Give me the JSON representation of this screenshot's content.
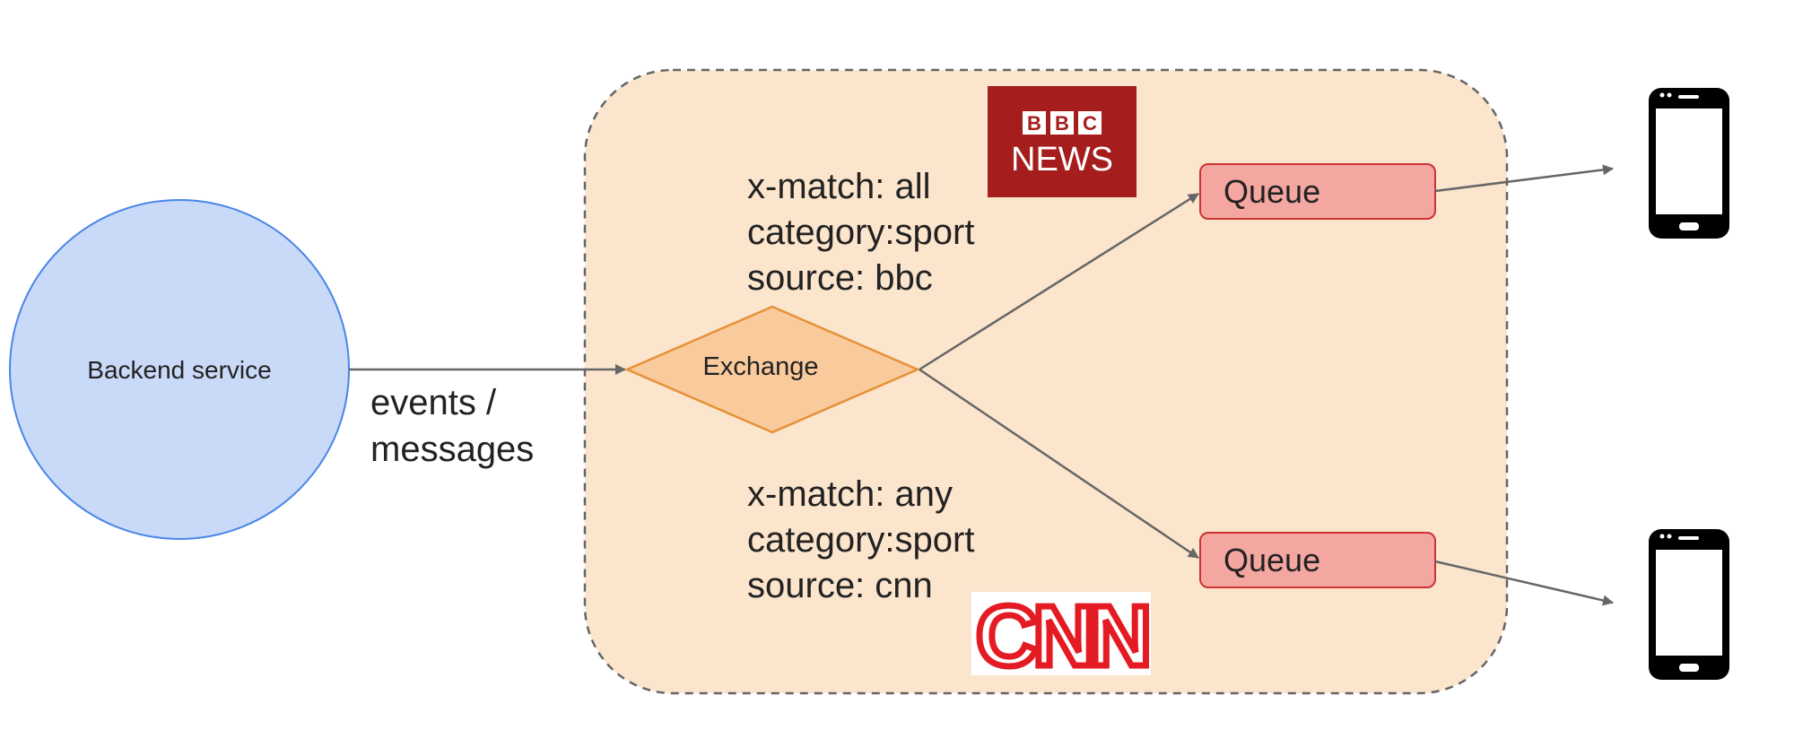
{
  "colors": {
    "backend_fill": "#c9daf8",
    "backend_stroke": "#4a86e8",
    "broker_fill": "#fce5cd",
    "broker_stroke": "#666666",
    "exchange_fill": "#f9cb9c",
    "exchange_stroke": "#e69138",
    "queue_fill": "#f4a6a1",
    "queue_stroke": "#cc3333",
    "arrow": "#666666",
    "bbc_red": "#a51d1d",
    "cnn_red": "#e41b23"
  },
  "backend": {
    "label": "Backend service"
  },
  "edge_in": {
    "line1": "events /",
    "line2": "messages"
  },
  "exchange": {
    "label": "Exchange"
  },
  "rule_top": {
    "line1": "x-match: all",
    "line2": "category:sport",
    "line3": "source: bbc"
  },
  "rule_bottom": {
    "line1": "x-match: any",
    "line2": "category:sport",
    "line3": "source: cnn"
  },
  "queue_top": {
    "label": "Queue"
  },
  "queue_bottom": {
    "label": "Queue"
  },
  "logos": {
    "bbc_letters": [
      "B",
      "B",
      "C"
    ],
    "bbc_word": "NEWS",
    "cnn_word": "CNN"
  },
  "icons": {
    "device": "smartphone-icon"
  }
}
